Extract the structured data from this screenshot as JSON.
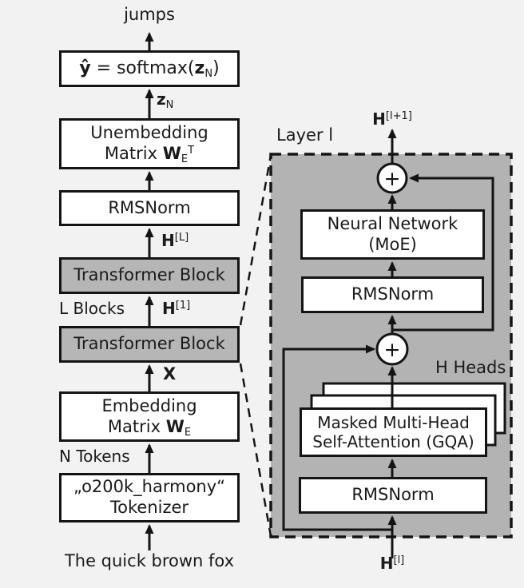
{
  "colors": {
    "background": "#f2f2f2",
    "box_fill": "#ffffff",
    "block_fill": "#b6b6b6",
    "panel_fill": "#b3b3b3",
    "line": "#141414"
  },
  "left_column": {
    "output_token": "jumps",
    "softmax_box": {
      "yhat": "ŷ",
      "eq": " = softmax(",
      "z": "z",
      "sub": "N",
      "close": ")"
    },
    "z_label": {
      "sym": "z",
      "sub": "N"
    },
    "unembedding_box": {
      "line1": "Unembedding",
      "line2_prefix": "Matrix ",
      "w": "W",
      "sub": "E",
      "sup": "T"
    },
    "rmsnorm_box": "RMSNorm",
    "h_L_label": {
      "sym": "H",
      "sup": "[L]"
    },
    "transformer_block_top": "Transformer Block",
    "l_blocks_label": "L Blocks",
    "h_1_label": {
      "sym": "H",
      "sup": "[1]"
    },
    "transformer_block_bottom": "Transformer Block",
    "x_label": "X",
    "embedding_box": {
      "line1": "Embedding",
      "line2_prefix": "Matrix ",
      "w": "W",
      "sub": "E"
    },
    "n_tokens_label": "N Tokens",
    "tokenizer_box": {
      "line1": "„o200k_harmony“",
      "line2": "Tokenizer"
    },
    "input_text": "The quick brown fox"
  },
  "layer_panel": {
    "title": "Layer l",
    "h_out_label": {
      "sym": "H",
      "sup": "[l+1]"
    },
    "h_in_label": {
      "sym": "H",
      "sup": "[l]"
    },
    "nn_box": {
      "line1": "Neural Network",
      "line2": "(MoE)"
    },
    "rmsnorm_upper": "RMSNorm",
    "attention_box": {
      "line1": "Masked Multi-Head",
      "line2": "Self-Attention (GQA)"
    },
    "h_heads_label": "H Heads",
    "rmsnorm_lower": "RMSNorm",
    "add_operator": "+"
  }
}
